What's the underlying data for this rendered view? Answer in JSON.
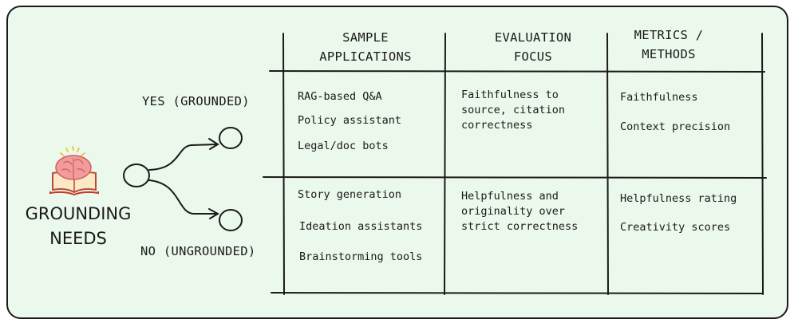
{
  "diagram": {
    "root_label": [
      "GROUNDING",
      "NEEDS"
    ],
    "root_icon": "brain-on-book-icon",
    "branches": {
      "yes": "YES (GROUNDED)",
      "no": "NO (UNGROUNDED)"
    },
    "table": {
      "headers": [
        [
          "SAMPLE",
          "APPLICATIONS"
        ],
        [
          "EVALUATION",
          "FOCUS"
        ],
        [
          "METRICS /",
          "METHODS"
        ]
      ],
      "rows": [
        {
          "applications": [
            "RAG-based Q&A",
            "Policy assistant",
            "Legal/doc bots"
          ],
          "focus": [
            "Faithfulness to",
            "source, citation",
            "correctness"
          ],
          "metrics": [
            "Faithfulness",
            "Context precision"
          ]
        },
        {
          "applications": [
            "Story generation",
            "Ideation assistants",
            "Brainstorming tools"
          ],
          "focus": [
            "Helpfulness and",
            "originality over",
            "strict correctness"
          ],
          "metrics": [
            "Helpfulness rating",
            "Creativity scores"
          ]
        }
      ]
    }
  }
}
